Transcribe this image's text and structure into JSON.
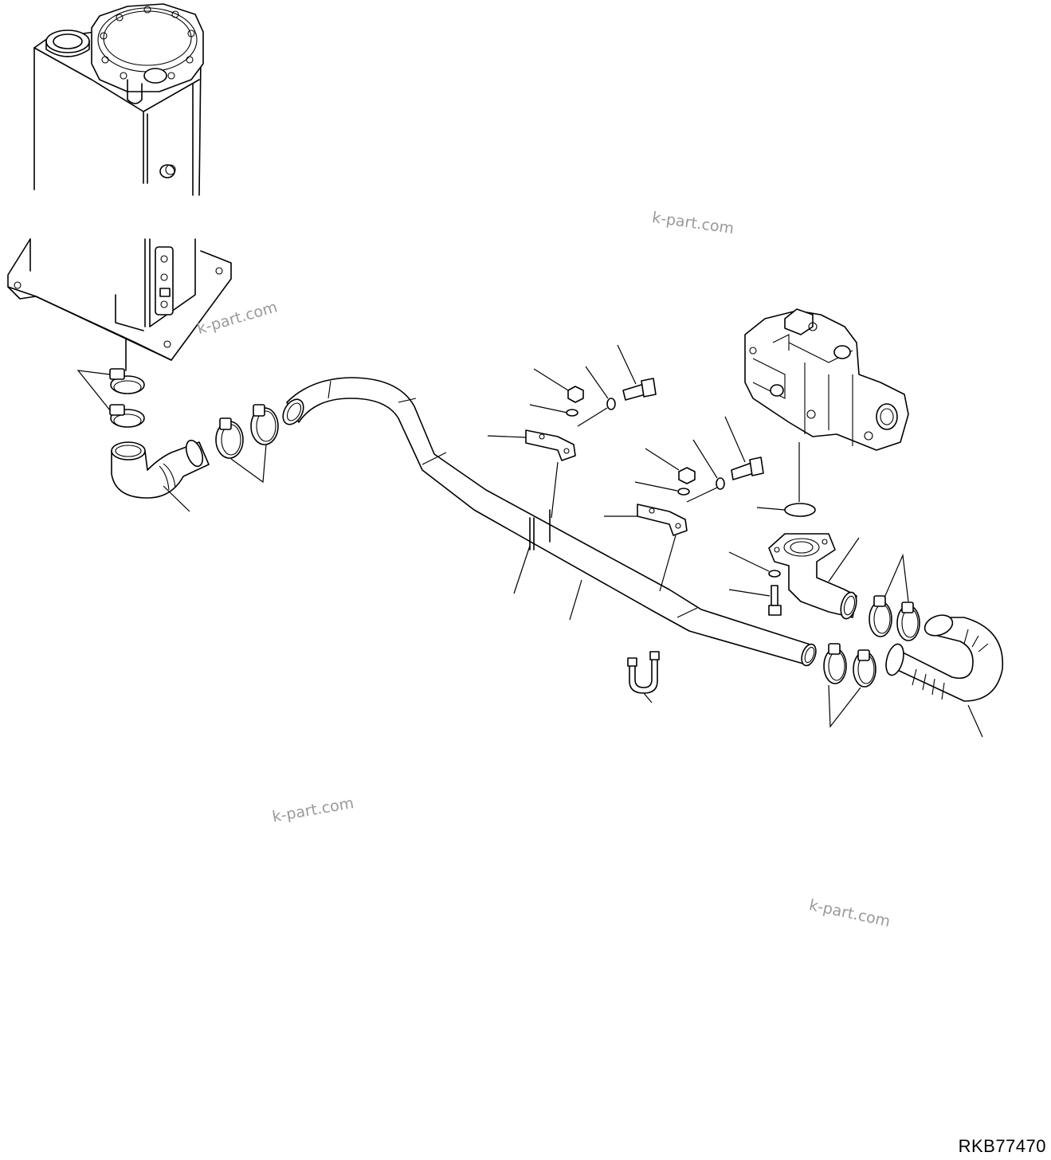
{
  "diagram": {
    "drawing_code": "RKB77470",
    "watermarks": [
      "k-part.com",
      "k-part.com",
      "k-part.com",
      "k-part.com"
    ]
  },
  "parts": [
    {
      "name": "hydraulic-tank"
    },
    {
      "name": "suction-hose-left"
    },
    {
      "name": "hose-clamps-left"
    },
    {
      "name": "hose-clamps-tank"
    },
    {
      "name": "suction-tube"
    },
    {
      "name": "u-bolt"
    },
    {
      "name": "bracket-1"
    },
    {
      "name": "bracket-2"
    },
    {
      "name": "nut-1"
    },
    {
      "name": "nut-2"
    },
    {
      "name": "washer-1"
    },
    {
      "name": "washer-2"
    },
    {
      "name": "bolt-1"
    },
    {
      "name": "bolt-2"
    },
    {
      "name": "hydraulic-pump"
    },
    {
      "name": "o-ring"
    },
    {
      "name": "elbow-flange"
    },
    {
      "name": "flange-bolt"
    },
    {
      "name": "flange-washer"
    },
    {
      "name": "hose-clamps-right"
    },
    {
      "name": "suction-hose-right"
    }
  ]
}
